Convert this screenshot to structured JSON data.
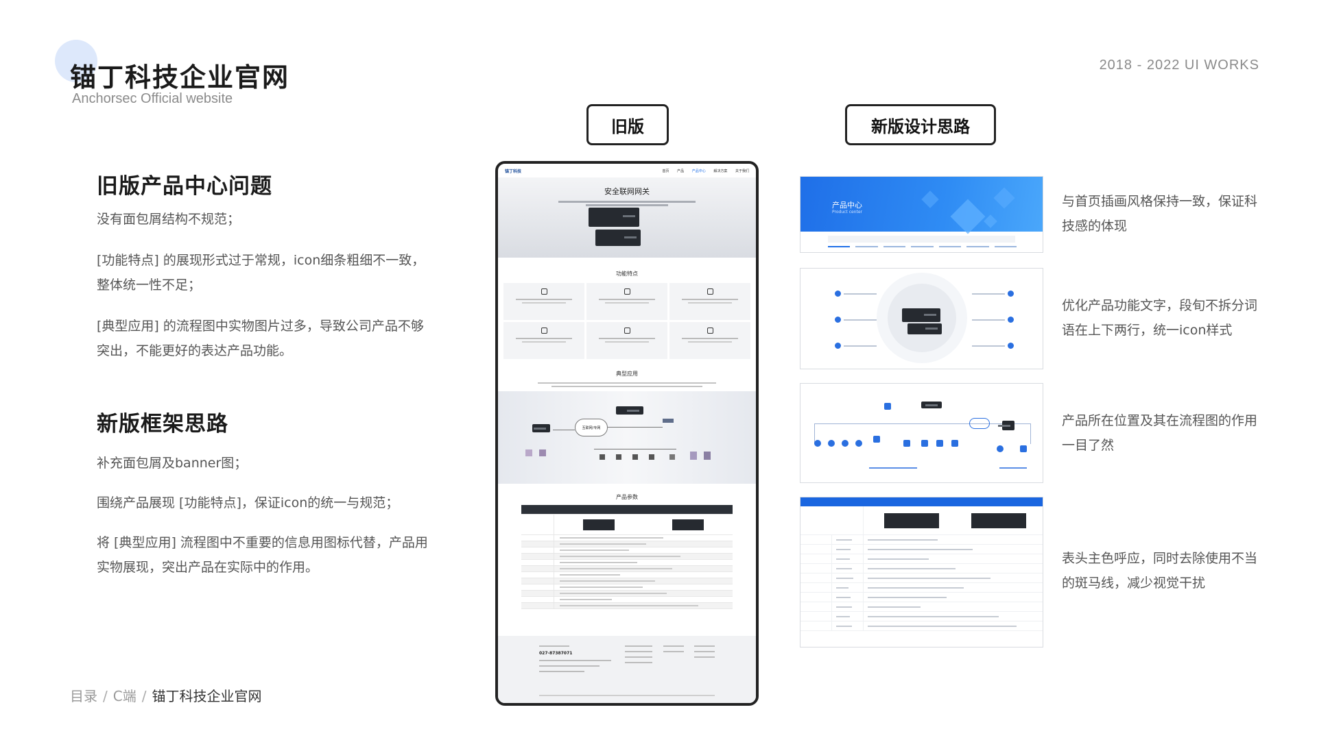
{
  "header": {
    "title": "锚丁科技企业官网",
    "subtitle": "Anchorsec Official website",
    "works": "2018 - 2022 UI WORKS"
  },
  "left": {
    "section1_title": "旧版产品中心问题",
    "section1_items": [
      "没有面包屑结构不规范；",
      "[功能特点] 的展现形式过于常规，icon细条粗细不一致，整体统一性不足；",
      "[典型应用] 的流程图中实物图片过多，导致公司产品不够突出，不能更好的表达产品功能。"
    ],
    "section2_title": "新版框架思路",
    "section2_items": [
      "补充面包屑及banner图；",
      "围绕产品展现 [功能特点]，保证icon的统一与规范；",
      "将 [典型应用] 流程图中不重要的信息用图标代替，产品用实物展现，突出产品在实际中的作用。"
    ]
  },
  "labels": {
    "old": "旧版",
    "new": "新版设计思路"
  },
  "old_page": {
    "logo": "锚丁科技",
    "nav": [
      "首页",
      "产品",
      "产品中心",
      "解决方案",
      "关于我们"
    ],
    "hero_title": "安全联网网关",
    "features_title": "功能特点",
    "apps_title": "典型应用",
    "cloud_label": "互联网/专网",
    "params_title": "产品参数",
    "phone_number": "027-87387071"
  },
  "new_page": {
    "banner_title": "产品中心",
    "banner_sub": "Product center"
  },
  "notes": [
    "与首页插画风格保持一致，保证科技感的体现",
    "优化产品功能文字，段旬不拆分词语在上下两行，统一icon样式",
    "产品所在位置及其在流程图的作用一目了然",
    "表头主色呼应，同时去除使用不当的斑马线，减少视觉干扰"
  ],
  "breadcrumb": {
    "items": [
      "目录",
      "C端"
    ],
    "current": "锚丁科技企业官网"
  },
  "colors": {
    "accent": "#1f6fe8",
    "dark": "#222222",
    "muted": "#8a8a8a"
  }
}
